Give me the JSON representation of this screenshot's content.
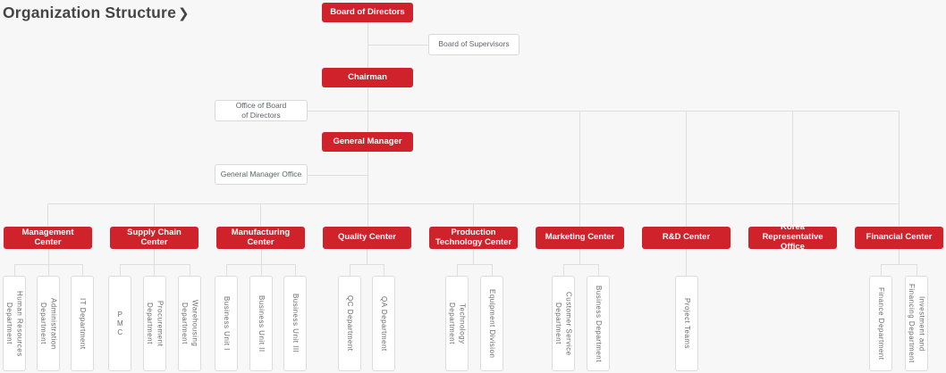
{
  "title": {
    "text": "Organization Structure",
    "arrow": "❯"
  },
  "colors": {
    "accent_red": "#d0222a",
    "background": "#f7f7f7",
    "connector_line": "#dedede",
    "note_text": "#5f6368"
  },
  "nodes": {
    "board_of_directors": "Board of Directors",
    "board_of_supervisors": "Board of Supervisors",
    "chairman": "Chairman",
    "office_of_board_of_directors": "Office of Board\nof Directors",
    "general_manager": "General Manager",
    "general_manager_office": "General Manager Office"
  },
  "centers": [
    {
      "label": "Management\nCenter",
      "children": [
        "Human Resources\nDepartment",
        "Administration\nDepartment",
        "IT Department"
      ]
    },
    {
      "label": "Supply Chain\nCenter",
      "children": [
        "PMC",
        "Procurement\nDepartment",
        "Warehousing\nDepartment"
      ]
    },
    {
      "label": "Manufacturing\nCenter",
      "children": [
        "Business Unit I",
        "Business Unit II",
        "Business Unit III"
      ]
    },
    {
      "label": "Quality Center",
      "children": [
        "QC Department",
        "QA Department"
      ]
    },
    {
      "label": "Production\nTechnology Center",
      "children": [
        "Technology\nDepartment",
        "Equipment Division"
      ]
    },
    {
      "label": "Marketing Center",
      "children": [
        "Customer Service\nDepartment",
        "Business Department"
      ]
    },
    {
      "label": "R&D Center",
      "children": [
        "Project Teams"
      ]
    },
    {
      "label": "Korea Representative\nOffice",
      "children": []
    },
    {
      "label": "Financial Center",
      "children": [
        "Finance Department",
        "Investment and\nFinancing Department"
      ]
    }
  ]
}
